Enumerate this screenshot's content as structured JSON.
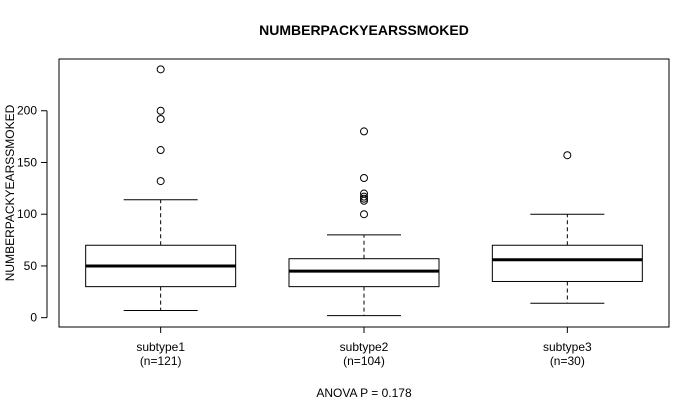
{
  "chart_data": {
    "type": "box",
    "title": "NUMBERPACKYEARSSMOKED",
    "ylabel": "NUMBERPACKYEARSSMOKED",
    "xlabel": "",
    "ylim": [
      -9,
      250
    ],
    "yticks": [
      0,
      50,
      100,
      150,
      200
    ],
    "grid": false,
    "categories": [
      {
        "label": "subtype1",
        "n_label": "(n=121)"
      },
      {
        "label": "subtype2",
        "n_label": "(n=104)"
      },
      {
        "label": "subtype3",
        "n_label": "(n=30)"
      }
    ],
    "boxes": [
      {
        "whisker_low": 7,
        "q1": 30,
        "median": 50,
        "q3": 70,
        "whisker_high": 114,
        "outliers": [
          132,
          162,
          192,
          200,
          240
        ]
      },
      {
        "whisker_low": 2,
        "q1": 30,
        "median": 45,
        "q3": 57,
        "whisker_high": 80,
        "outliers": [
          100,
          113,
          115,
          117,
          120,
          135,
          180
        ]
      },
      {
        "whisker_low": 14,
        "q1": 35,
        "median": 56,
        "q3": 70,
        "whisker_high": 100,
        "outliers": [
          157
        ]
      }
    ],
    "footer": "ANOVA P = 0.178"
  }
}
